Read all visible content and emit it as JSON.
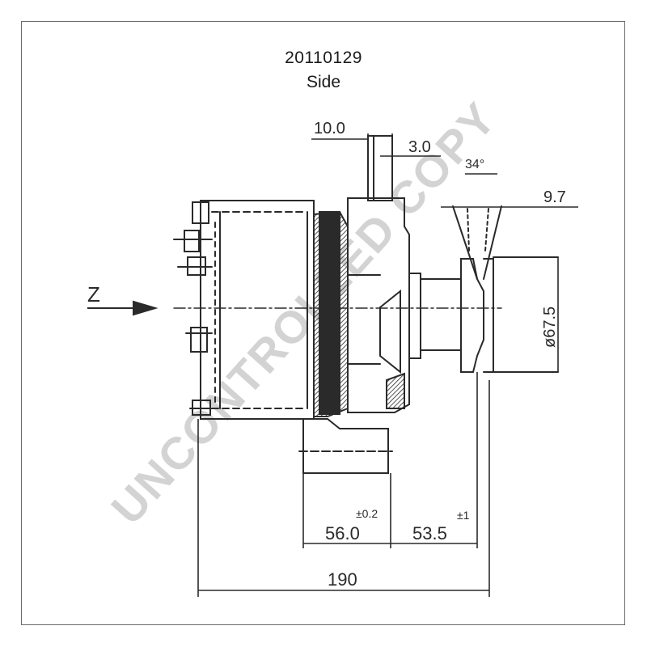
{
  "header": {
    "part_number": "20110129",
    "view": "Side"
  },
  "dimensions": {
    "flange_thickness": "10.0",
    "lip": "3.0",
    "pulley_angle": "34°",
    "pulley_width": "9.7",
    "pulley_diameter": "ø67.5",
    "mount_to_center": "56.0",
    "mount_tolerance": "±0.2",
    "center_to_pulley": "53.5",
    "pulley_tolerance": "±1",
    "overall_length": "190"
  },
  "view_arrow": {
    "label": "Z"
  },
  "watermark": {
    "text": "UNCONTROLLED COPY",
    "color": "#bdbdbd"
  },
  "colors": {
    "line": "#2a2a2a",
    "frame": "#6a6a6a"
  }
}
